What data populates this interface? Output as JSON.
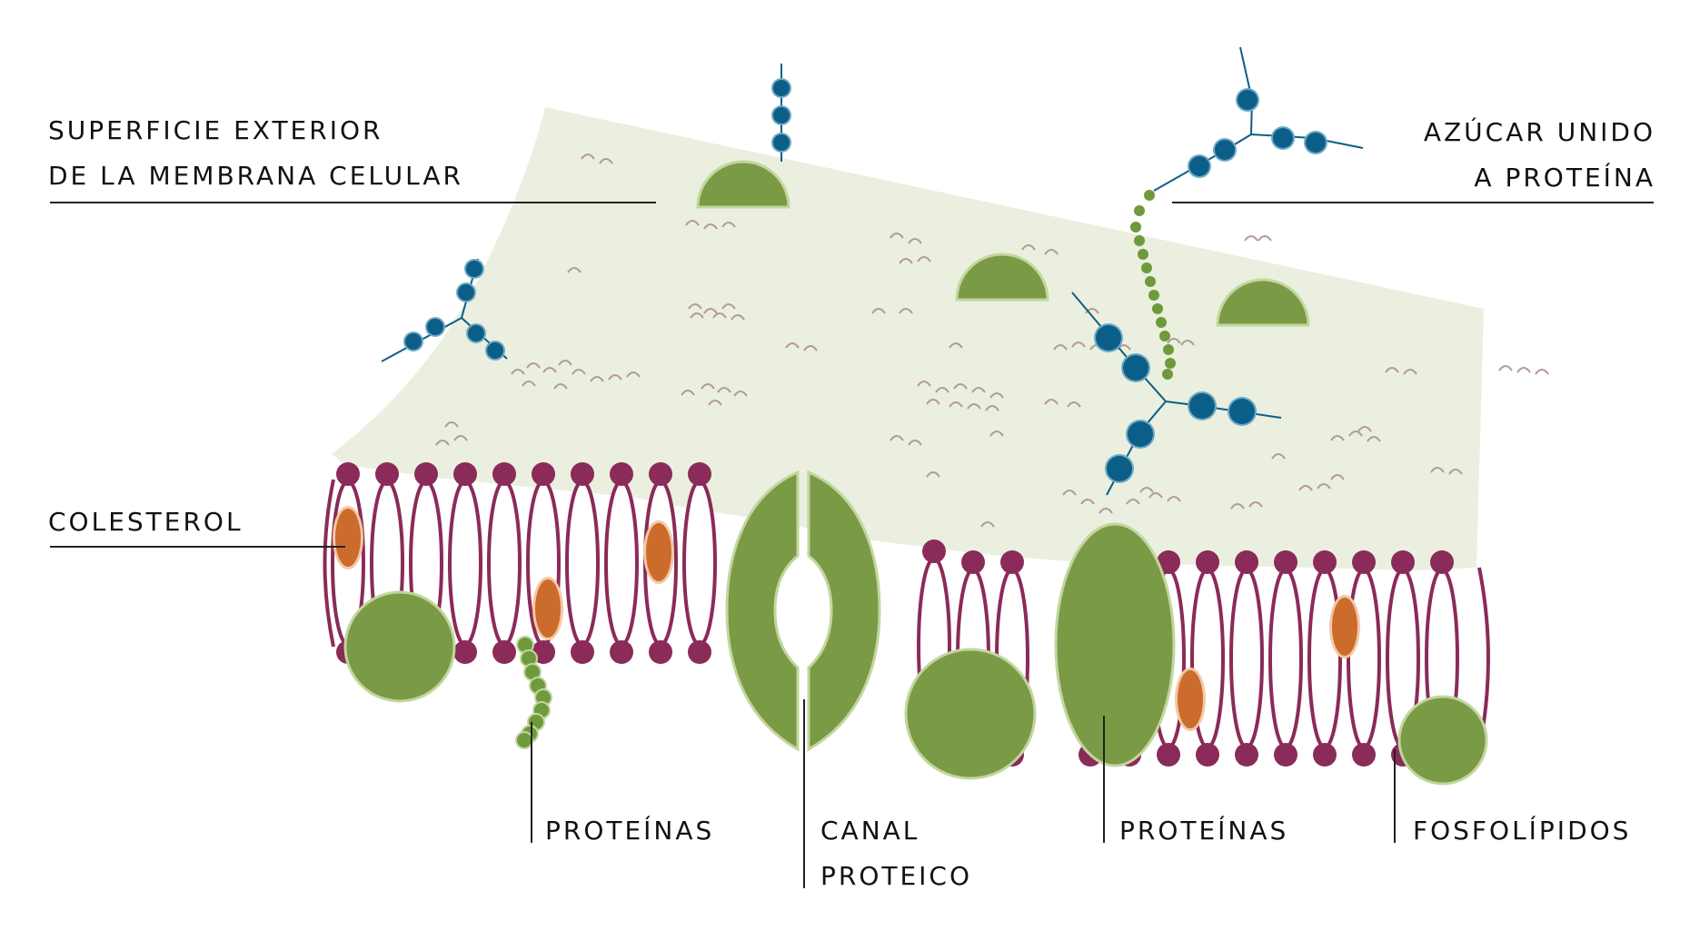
{
  "labels": {
    "outer_surface": [
      "SUPERFICIE EXTERIOR",
      "DE LA MEMBRANA CELULAR"
    ],
    "sugar_protein": [
      "AZÚCAR UNIDO",
      "A PROTEÍNA"
    ],
    "cholesterol": "COLESTEROL",
    "proteins_left": "PROTEÍNAS",
    "channel": [
      "CANAL",
      "PROTEICO"
    ],
    "proteins_right": "PROTEÍNAS",
    "phospholipids": "FOSFOLÍPIDOS"
  },
  "colors": {
    "surface": "#ebefdf",
    "phospholipid": "#8a2b59",
    "protein": "#7a9a45",
    "protein_edge": "#c2d69e",
    "cholesterol": "#cb6c2c",
    "sugar": "#0b5e87",
    "sugar_edge": "#6ea9c6",
    "sugar_chain": "#6e9a3c",
    "surface_marks": "#b29a94"
  }
}
